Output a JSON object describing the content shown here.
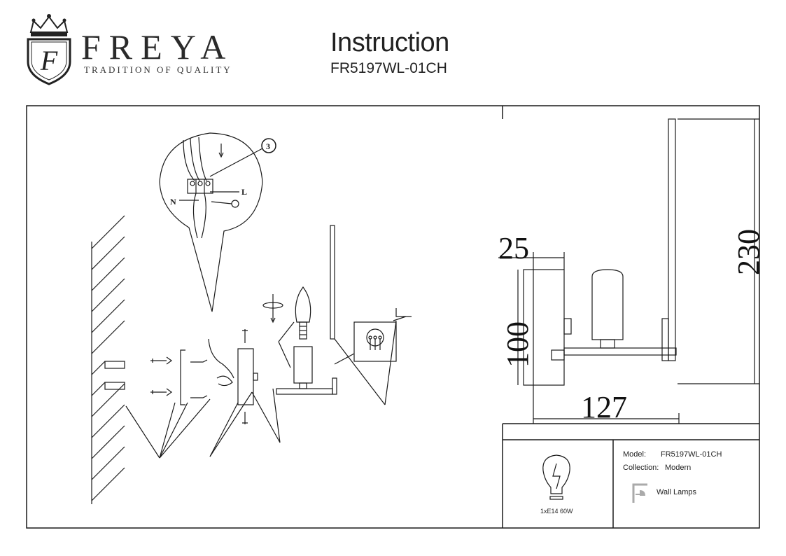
{
  "header": {
    "brand_name": "FREYA",
    "brand_tagline": "TRADITION OF QUALITY",
    "brand_monogram": "F",
    "title": "Instruction",
    "model": "FR5197WL-01CH"
  },
  "assembly": {
    "callout_number": "3",
    "wire_neutral": "N",
    "wire_live": "L"
  },
  "dimensions": {
    "depth": "25",
    "width": "127",
    "height_base": "100",
    "height_total": "230"
  },
  "info": {
    "bulb_spec": "1xE14 60W",
    "model_label": "Model:",
    "model_value": "FR5197WL-01CH",
    "collection_label": "Collection:",
    "collection_value": "Modern",
    "type_value": "Wall Lamps",
    "icons": [
      "bulb-icon",
      "wall-lamp-icon"
    ]
  },
  "colors": {
    "line": "#1a1a1a",
    "background": "#ffffff"
  }
}
